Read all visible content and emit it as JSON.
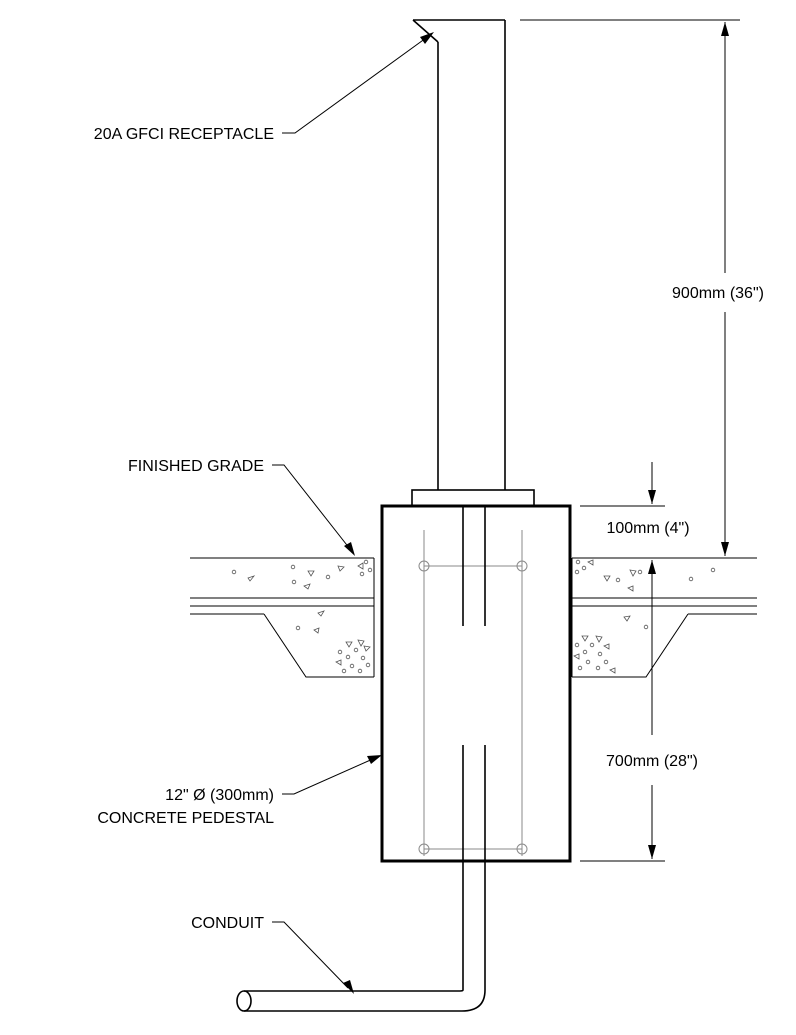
{
  "labels": {
    "receptacle": "20A GFCI RECEPTACLE",
    "finished_grade": "FINISHED GRADE",
    "pedestal_line1": "12\" Ø (300mm)",
    "pedestal_line2": "CONCRETE PEDESTAL",
    "conduit": "CONDUIT"
  },
  "dimensions": {
    "post_height": "900mm (36\")",
    "pedestal_above_grade": "100mm (4\")",
    "pedestal_depth": "700mm (28\")"
  },
  "colors": {
    "line": "#000000",
    "rebar": "#8a8a8a",
    "background": "#ffffff"
  }
}
